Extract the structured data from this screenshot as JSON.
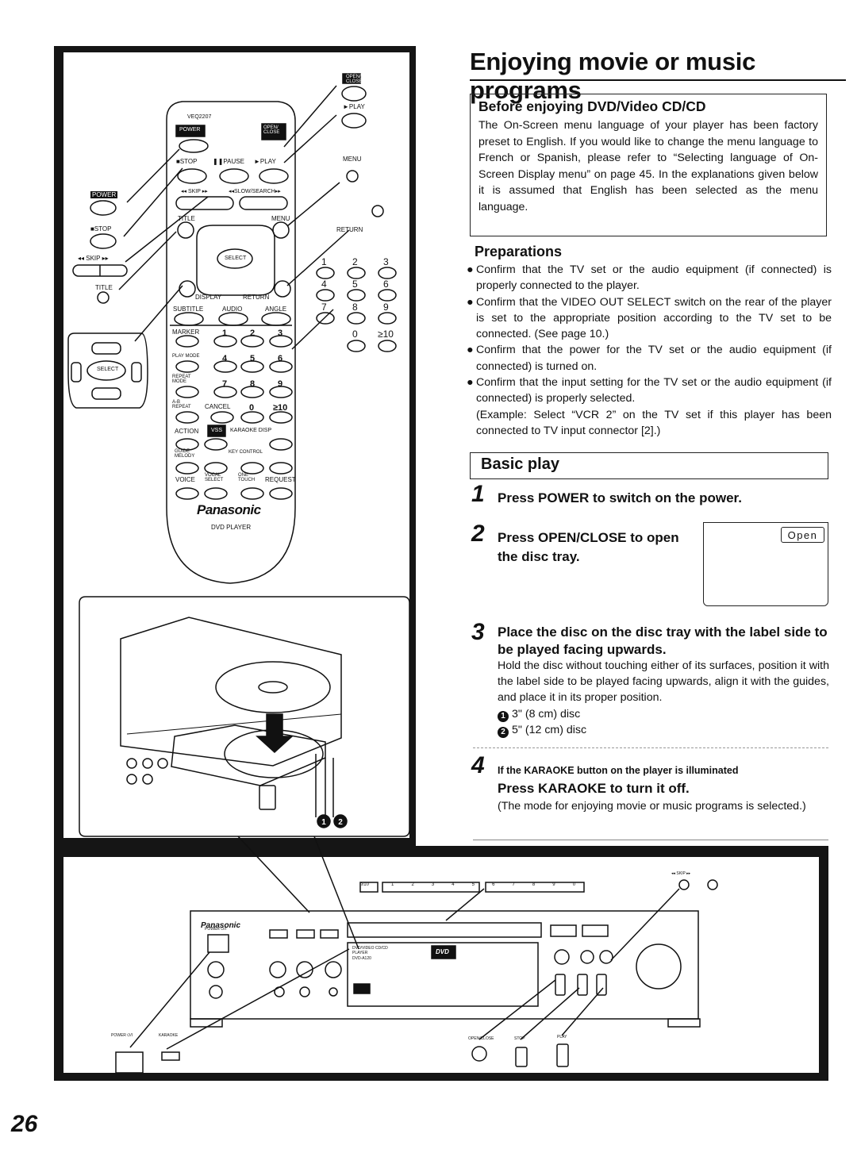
{
  "page": {
    "title": "Enjoying movie or music programs",
    "page_number": "26"
  },
  "before": {
    "heading": "Before enjoying DVD/Video CD/CD",
    "text": "The On-Screen menu language of your player has been factory preset to English. If you would like to change the menu language to French or Spanish, please refer to “Selecting language of On-Screen Display menu” on page 45. In the explanations given below it is assumed that English has been selected as the menu language."
  },
  "preparations": {
    "heading": "Preparations",
    "items": [
      "Confirm that the TV set or the audio equipment (if connected) is properly connected to the player.",
      "Confirm that the VIDEO OUT SELECT switch on the rear of the player is set to the appropriate position according to the TV set to be connected. (See page 10.)",
      "Confirm that the power for the TV set or the audio equipment (if connected) is turned on.",
      "Confirm that the input setting for the TV set or the audio equipment (if connected) is properly selected."
    ],
    "example": "(Example: Select “VCR 2” on the TV set if this player has been connected to TV input connector [2].)"
  },
  "basic_play": {
    "heading": "Basic play",
    "step1": {
      "num": "1",
      "text": "Press POWER to switch on the power."
    },
    "step2": {
      "num": "2",
      "text": "Press OPEN/CLOSE to open the disc tray.",
      "display": "Open"
    },
    "step3": {
      "num": "3",
      "text": "Place the disc on the disc tray with the label side to be played facing upwards.",
      "body": "Hold the disc without touching either of its surfaces, position it with the label side to be played facing upwards, align it with the guides, and place it in its proper position.",
      "sub1_mark": "1",
      "sub1": "3\" (8 cm) disc",
      "sub2_mark": "2",
      "sub2": "5\" (12 cm) disc"
    },
    "step4": {
      "num": "4",
      "condition": "If the KARAOKE button on the player is illuminated",
      "text": "Press KARAOKE to turn it off.",
      "body": "(The mode for enjoying movie or music programs is selected.)"
    }
  },
  "remote": {
    "model": "VEQ2207",
    "power": "POWER",
    "open_close": "OPEN/ CLOSE",
    "stop": "■STOP",
    "pause": "❚❚PAUSE",
    "play": "►PLAY",
    "skip": "◂◂ SKIP ▸▸",
    "slow_search": "◂◂SLOW/SEARCH▸▸",
    "title": "TITLE",
    "menu": "MENU",
    "select": "SELECT",
    "display": "DISPLAY",
    "return": "RETURN",
    "subtitle": "SUBTITLE",
    "audio": "AUDIO",
    "angle": "ANGLE",
    "marker": "MARKER",
    "play_mode": "PLAY MODE",
    "repeat_mode": "REPEAT MODE",
    "ab_repeat": "A-B REPEAT",
    "cancel": "CANCEL",
    "action": "ACTION",
    "vss": "VSS",
    "karaoke_disp": "KARAOKE DISP",
    "guide_melody": "GUIDE MELODY",
    "key_control": "KEY CONTROL",
    "voice": "VOICE",
    "vocal_select": "VOCAL SELECT",
    "one_touch": "ONE TOUCH",
    "request": "REQUEST",
    "brand": "Panasonic",
    "product": "DVD PLAYER",
    "digits": [
      "1",
      "2",
      "3",
      "4",
      "5",
      "6",
      "7",
      "8",
      "9",
      "0",
      "≥10"
    ]
  },
  "callouts": {
    "open_close": "OPEN/ CLOSE",
    "play": "►PLAY",
    "menu": "MENU",
    "return": "RETURN",
    "power": "POWER",
    "stop": "■STOP",
    "skip": "◂◂ SKIP ▸▸",
    "title": "TITLE",
    "select": "SELECT",
    "digits": [
      "1",
      "2",
      "3",
      "4",
      "5",
      "6",
      "7",
      "8",
      "9",
      "0",
      "≥10"
    ],
    "disc_marks": [
      "1",
      "2"
    ]
  },
  "player": {
    "brand": "Panasonic",
    "power": "POWER ⏻/I",
    "karaoke": "KARAOKE",
    "open_close": "OPEN/CLOSE",
    "stop": "STOP",
    "play": "PLAY",
    "skip": "◂◂ SKIP ▸▸",
    "dvd_logo": "DVD",
    "disc_type": "DVD/VIDEO CD/CD PLAYER",
    "model": "DVD-A120",
    "digit_keys": [
      "≥10",
      "1",
      "2",
      "3",
      "4",
      "5",
      "6",
      "7",
      "8",
      "9",
      "0"
    ]
  }
}
